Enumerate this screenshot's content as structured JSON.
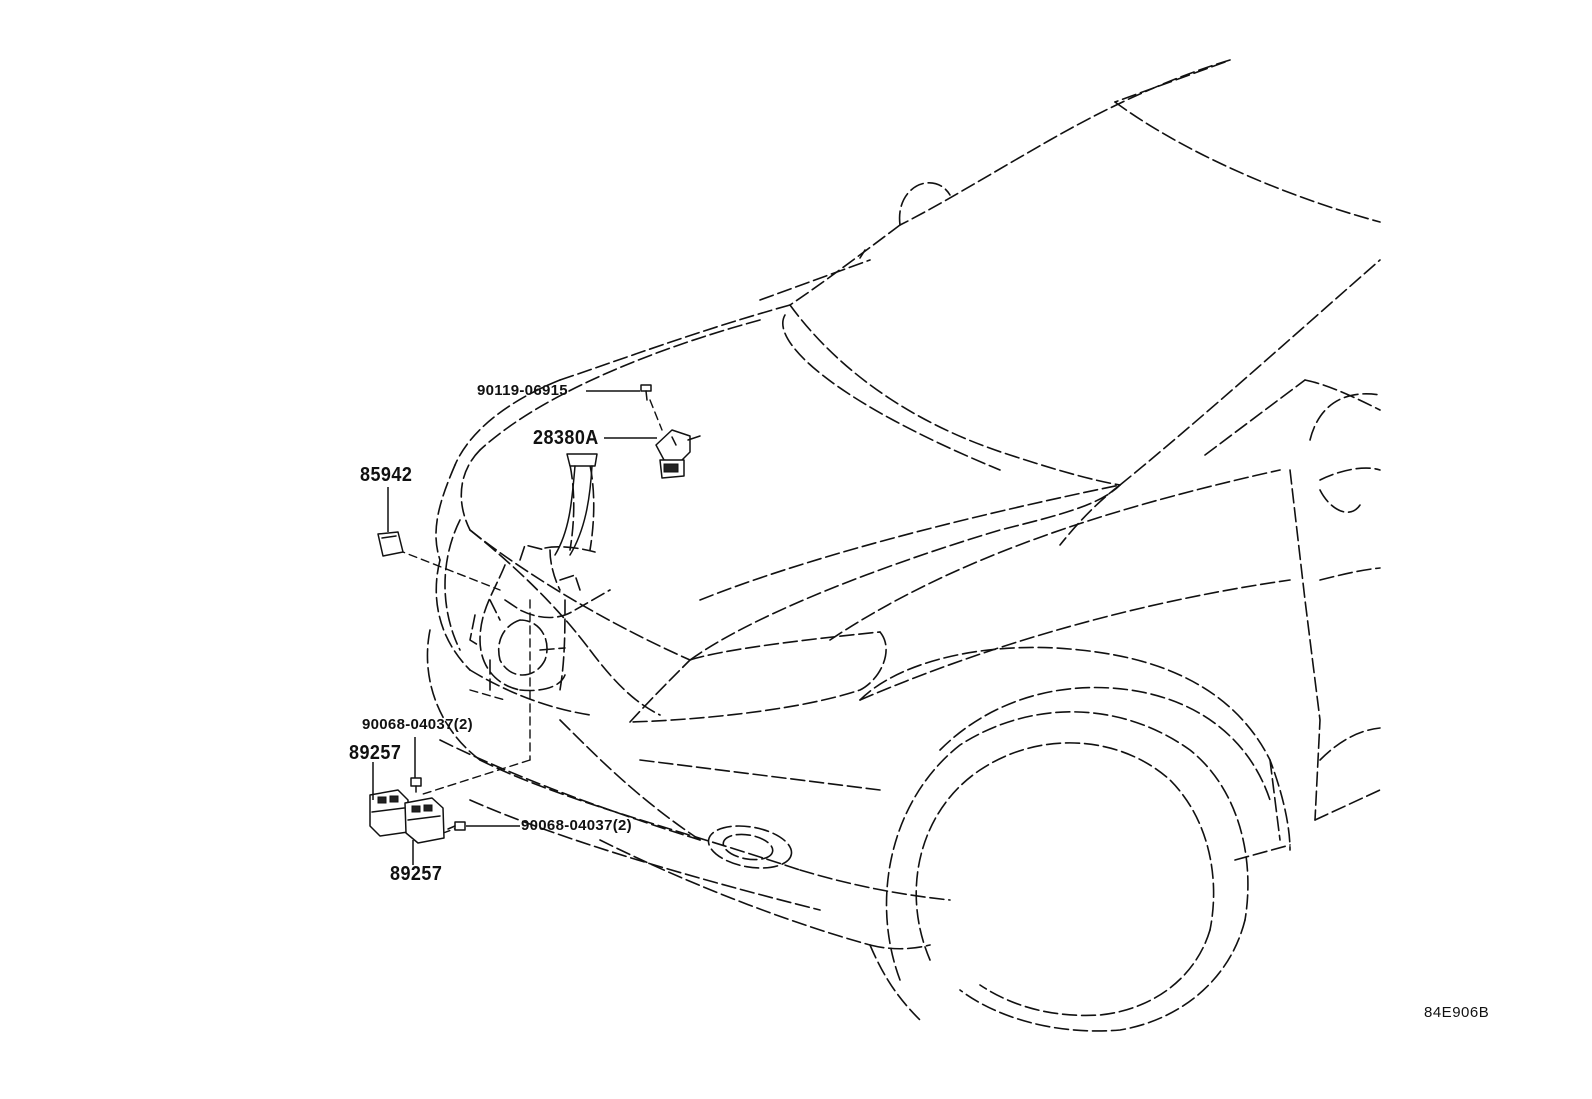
{
  "diagram": {
    "callouts": {
      "bolt_hood_latch": "90119-06915",
      "hood_latch_part": "28380A",
      "cover_part": "85942",
      "screw_upper": "90068-04037(2)",
      "sensor_upper": "89257",
      "screw_lower": "90068-04037(2)",
      "sensor_lower": "89257"
    },
    "reference_code": "84E906B"
  }
}
